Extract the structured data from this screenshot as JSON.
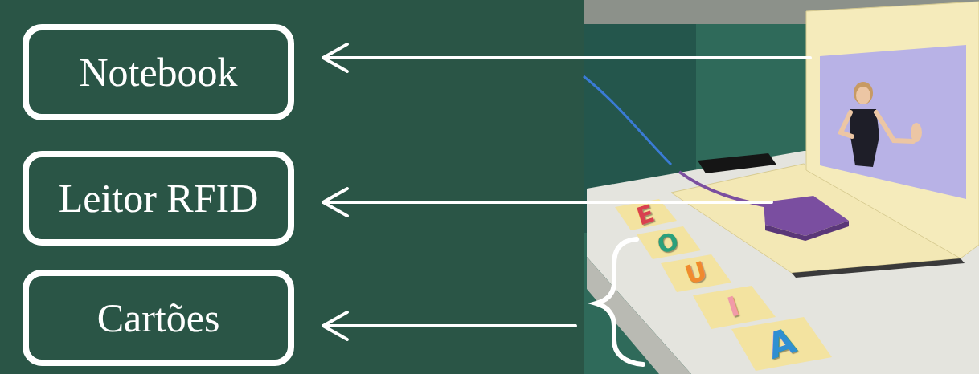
{
  "diagram": {
    "nodes": [
      {
        "text": [
          "Notebook"
        ]
      },
      {
        "text": [
          "Leitor RFID"
        ]
      },
      {
        "text": [
          "Cartões"
        ]
      }
    ],
    "labels": [
      "E",
      "O",
      "U",
      "I",
      "A"
    ]
  }
}
